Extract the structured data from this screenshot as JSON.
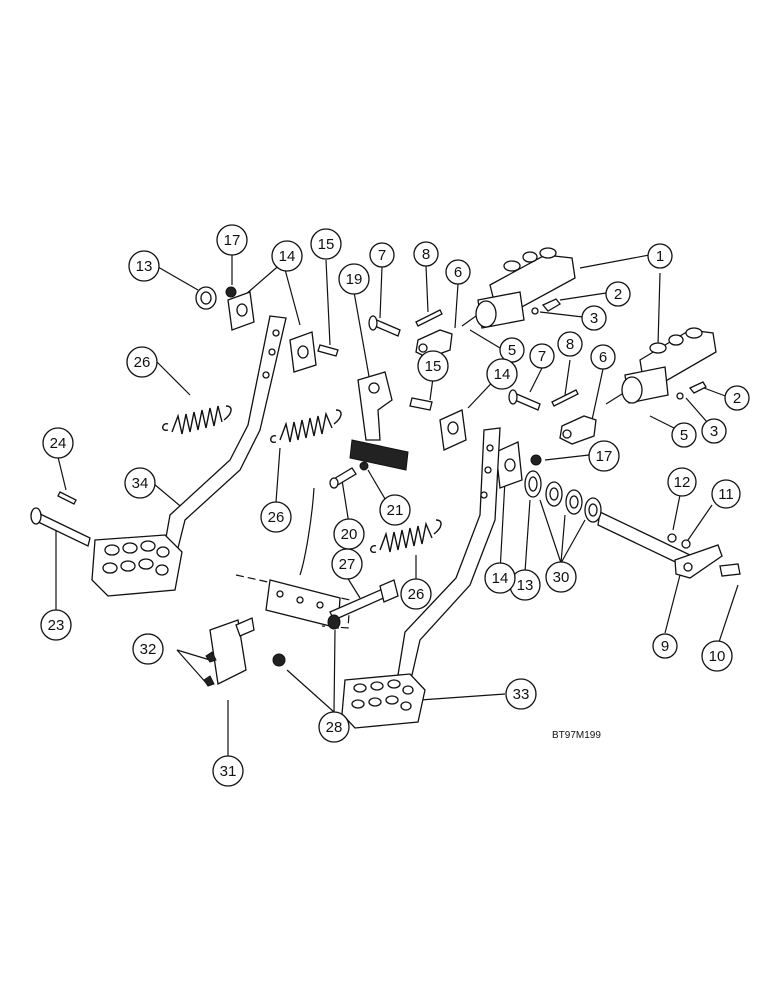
{
  "figure": {
    "reference_code": "BT97M199",
    "callouts": [
      {
        "id": "c1",
        "label": "1"
      },
      {
        "id": "c2a",
        "label": "2"
      },
      {
        "id": "c2b",
        "label": "2"
      },
      {
        "id": "c3a",
        "label": "3"
      },
      {
        "id": "c3b",
        "label": "3"
      },
      {
        "id": "c5a",
        "label": "5"
      },
      {
        "id": "c5b",
        "label": "5"
      },
      {
        "id": "c6a",
        "label": "6"
      },
      {
        "id": "c6b",
        "label": "6"
      },
      {
        "id": "c7a",
        "label": "7"
      },
      {
        "id": "c7b",
        "label": "7"
      },
      {
        "id": "c8a",
        "label": "8"
      },
      {
        "id": "c8b",
        "label": "8"
      },
      {
        "id": "c9",
        "label": "9"
      },
      {
        "id": "c10",
        "label": "10"
      },
      {
        "id": "c11",
        "label": "11"
      },
      {
        "id": "c12",
        "label": "12"
      },
      {
        "id": "c13a",
        "label": "13"
      },
      {
        "id": "c13b",
        "label": "13"
      },
      {
        "id": "c14a",
        "label": "14"
      },
      {
        "id": "c14b",
        "label": "14"
      },
      {
        "id": "c14c",
        "label": "14"
      },
      {
        "id": "c15a",
        "label": "15"
      },
      {
        "id": "c15b",
        "label": "15"
      },
      {
        "id": "c17a",
        "label": "17"
      },
      {
        "id": "c17b",
        "label": "17"
      },
      {
        "id": "c19",
        "label": "19"
      },
      {
        "id": "c20",
        "label": "20"
      },
      {
        "id": "c21",
        "label": "21"
      },
      {
        "id": "c23",
        "label": "23"
      },
      {
        "id": "c24",
        "label": "24"
      },
      {
        "id": "c26a",
        "label": "26"
      },
      {
        "id": "c26b",
        "label": "26"
      },
      {
        "id": "c26c",
        "label": "26"
      },
      {
        "id": "c27",
        "label": "27"
      },
      {
        "id": "c28",
        "label": "28"
      },
      {
        "id": "c30",
        "label": "30"
      },
      {
        "id": "c31",
        "label": "31"
      },
      {
        "id": "c32",
        "label": "32"
      },
      {
        "id": "c33",
        "label": "33"
      },
      {
        "id": "c34",
        "label": "34"
      }
    ]
  }
}
